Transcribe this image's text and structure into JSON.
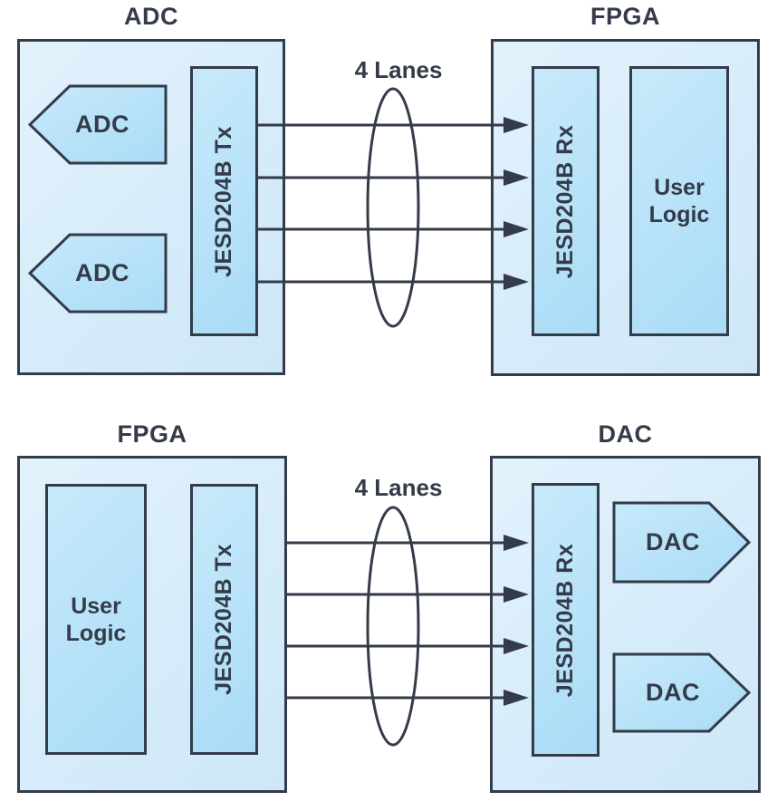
{
  "palette": {
    "border": "#343b49",
    "text": "#343b49",
    "outer_fill_light": "#e2f2fc",
    "outer_fill_dark": "#cde7f8",
    "inner_fill_light": "#c8e9fb",
    "inner_fill_dark": "#a9dcf6",
    "background": "#ffffff"
  },
  "diagrams": [
    {
      "name": "ADC to FPGA over JESD204B",
      "left_chip": {
        "title": "ADC",
        "converter_labels": [
          "ADC",
          "ADC"
        ],
        "link_block_label": "JESD204B Tx"
      },
      "link": {
        "lanes_label": "4 Lanes",
        "lane_count": 4
      },
      "right_chip": {
        "title": "FPGA",
        "link_block_label": "JESD204B Rx",
        "logic_block_label": "User Logic"
      }
    },
    {
      "name": "FPGA to DAC over JESD204B",
      "left_chip": {
        "title": "FPGA",
        "logic_block_label": "User Logic",
        "link_block_label": "JESD204B Tx"
      },
      "link": {
        "lanes_label": "4 Lanes",
        "lane_count": 4
      },
      "right_chip": {
        "title": "DAC",
        "link_block_label": "JESD204B Rx",
        "converter_labels": [
          "DAC",
          "DAC"
        ]
      }
    }
  ]
}
